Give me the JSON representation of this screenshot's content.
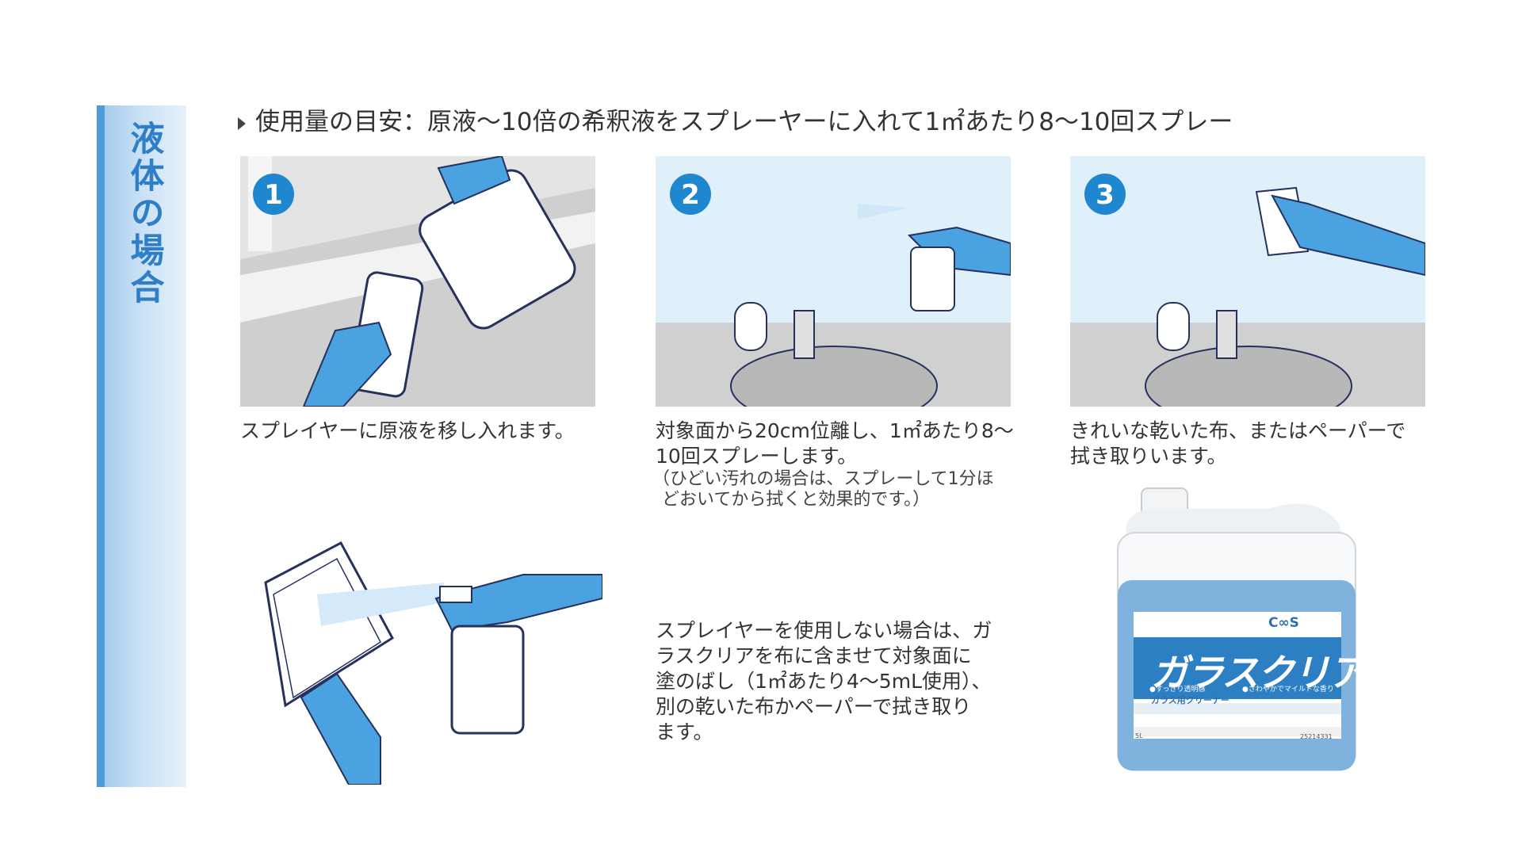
{
  "sidebar": {
    "title": "液体の場合"
  },
  "usage": {
    "text": "使用量の目安：原液〜10倍の希釈液をスプレーヤーに入れて1㎡あたり8〜10回スプレー"
  },
  "steps": [
    {
      "number": "1",
      "caption_lines": [
        "スプレイヤーに原液を移し入れます。"
      ]
    },
    {
      "number": "2",
      "caption_lines": [
        "対象面から20cm位離し、1㎡あたり8〜",
        "10回スプレーします。"
      ],
      "note_lines": [
        "（ひどい汚れの場合は、スプレーして1分ほ",
        "どおいてから拭くと効果的です。）"
      ]
    },
    {
      "number": "3",
      "caption_lines": [
        "きれいな乾いた布、またはペーパーで",
        "拭き取りいます。"
      ]
    }
  ],
  "alternative": {
    "lines": [
      "スプレイヤーを使用しない場合は、ガ",
      "ラスクリアを布に含ませて対象面に",
      "塗のばし（1㎡あたり4〜5mL使用）、",
      "別の乾いた布かペーパーで拭き取り",
      "ます。"
    ]
  },
  "product": {
    "brand": "C∞S",
    "name": "ガラスクリア",
    "feature1": "●すっきり透明感",
    "feature2": "●さわやかでマイルドな香り",
    "subtitle": "ガラス用クリーナー",
    "volume": "5L",
    "code": "25214331"
  },
  "colors": {
    "accent": "#2f7fc8",
    "glove": "#4aa3e0",
    "badge": "#1f86d0"
  }
}
